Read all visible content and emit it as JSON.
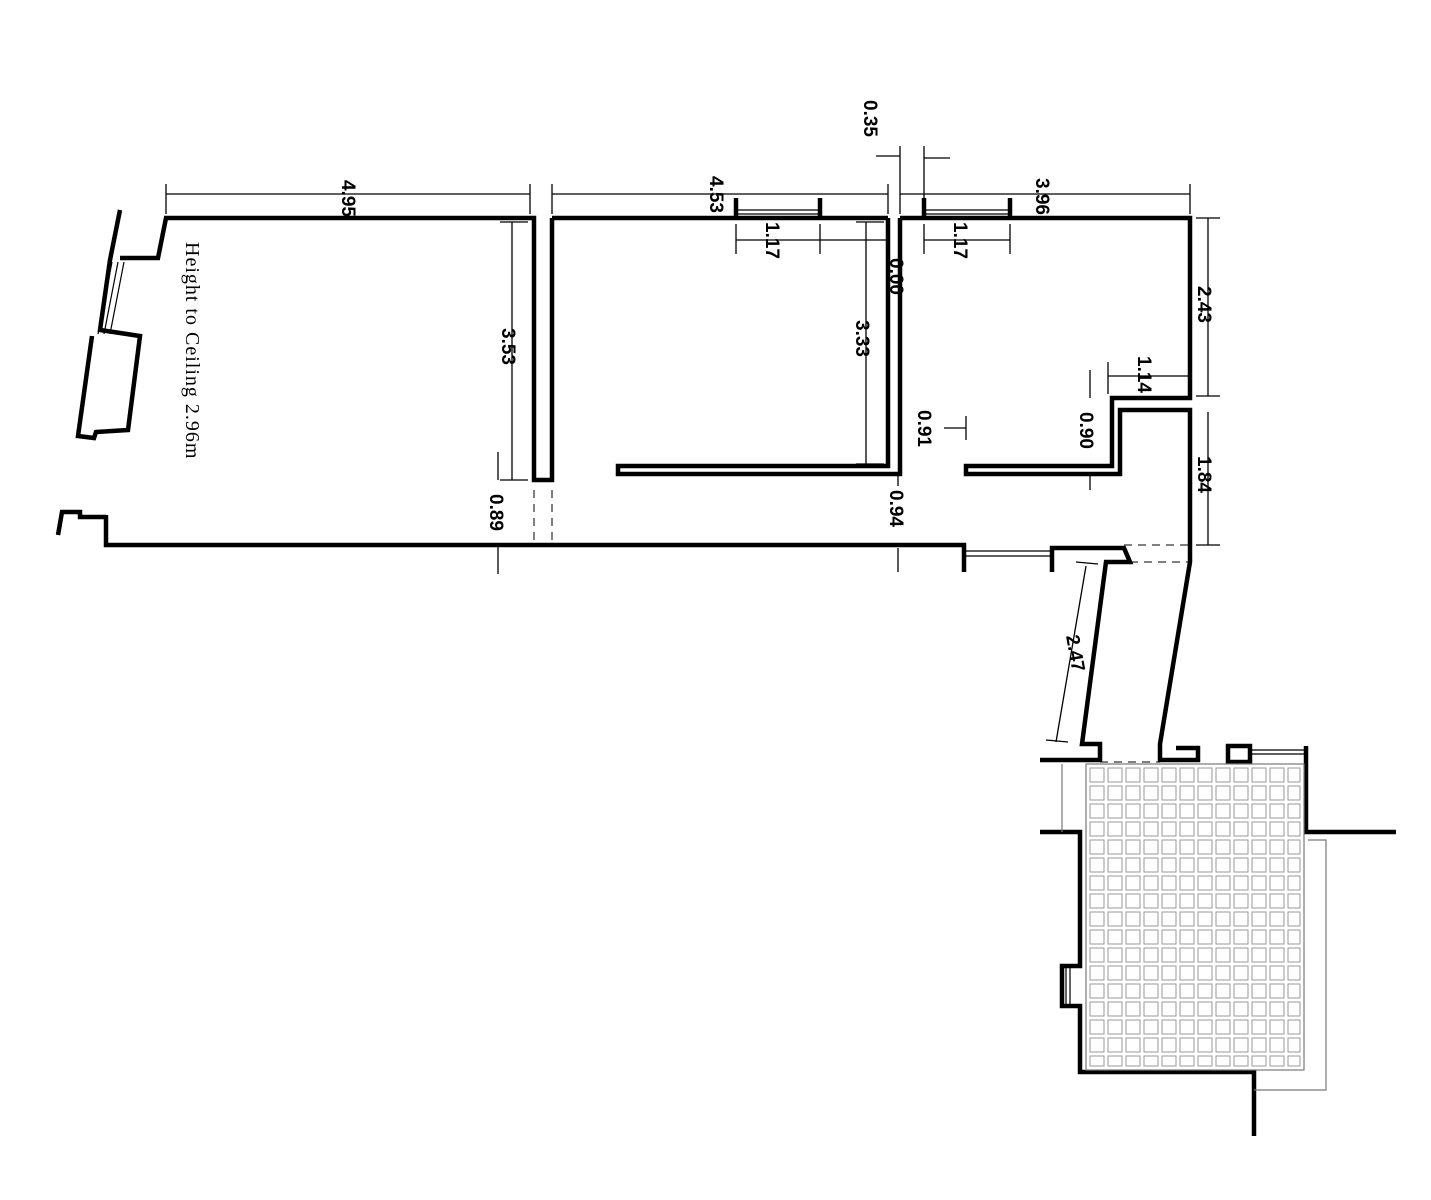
{
  "drawing": {
    "note": "Height to Ceiling 2.96m",
    "dimensions": {
      "room1_width": "4.95",
      "room2_width": "4.53",
      "room3_width": "3.96",
      "offset_top": "0.35",
      "window_a": "1.17",
      "window_b": "1.17",
      "wall_gap": "0.00",
      "room1_depth": "3.53",
      "room2_depth": "3.33",
      "right_upper": "2.43",
      "step_width": "1.14",
      "step_depth": "0.90",
      "door_2": "0.91",
      "right_lower": "1.84",
      "door_1": "0.89",
      "door_corridor": "0.94",
      "passage": "2.47"
    },
    "colors": {
      "wall": "#000000",
      "tile": "#9a9a9a",
      "background": "#ffffff"
    }
  }
}
